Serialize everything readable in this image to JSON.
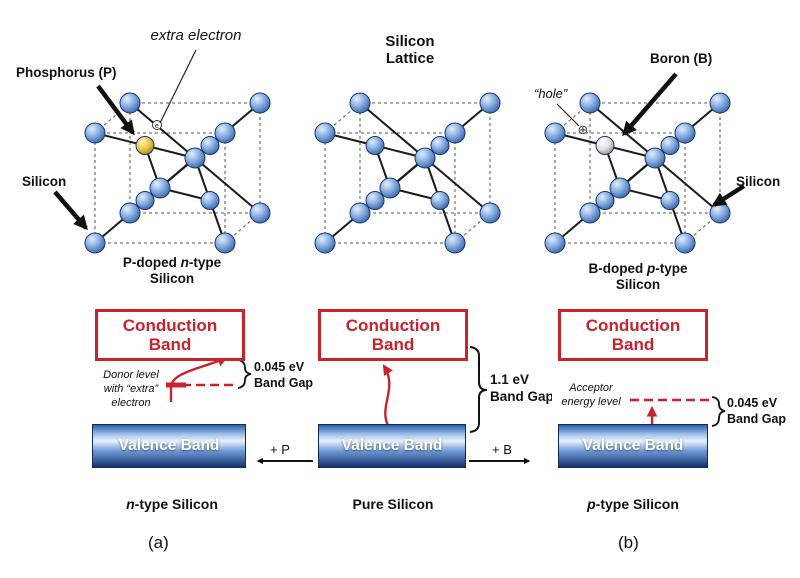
{
  "top": {
    "left": {
      "extra_electron": "extra electron",
      "phosphorus": "Phosphorus (P)",
      "silicon": "Silicon",
      "caption_prefix": "P-doped ",
      "caption_italic": "n",
      "caption_suffix": "-type",
      "caption_line2": "Silicon",
      "electron_symbol": "e"
    },
    "middle": {
      "title_line1": "Silicon",
      "title_line2": "Lattice"
    },
    "right": {
      "boron": "Boron (B)",
      "hole": "“hole”",
      "hole_symbol": "⊕",
      "silicon": "Silicon",
      "caption_prefix": "B-doped ",
      "caption_italic": "p",
      "caption_suffix": "-type",
      "caption_line2": "Silicon"
    }
  },
  "bands": {
    "conduction": "Conduction Band",
    "valence": "Valence Band",
    "left": {
      "donor_line1": "Donor level",
      "donor_line2": "with “extra”",
      "donor_line3": "electron",
      "gap_value": "0.045 eV",
      "gap_label": "Band Gap",
      "caption_italic": "n",
      "caption_suffix": "-type Silicon"
    },
    "middle": {
      "gap_value": "1.1 eV",
      "gap_label": "Band Gap",
      "caption": "Pure Silicon",
      "arrow_left_label": "+ P",
      "arrow_right_label": "+ B"
    },
    "right": {
      "acceptor_line1": "Acceptor",
      "acceptor_line2": "energy level",
      "gap_value": "0.045 eV",
      "gap_label": "Band Gap",
      "caption_italic": "p",
      "caption_suffix": "-type Silicon"
    }
  },
  "footer": {
    "a": "(a)",
    "b": "(b)"
  },
  "colors": {
    "red": "#c8232c",
    "atom_blue": "#7fa8dd",
    "dopant_yellow": "#e8c84a",
    "dopant_gray": "#e0e0e0"
  }
}
